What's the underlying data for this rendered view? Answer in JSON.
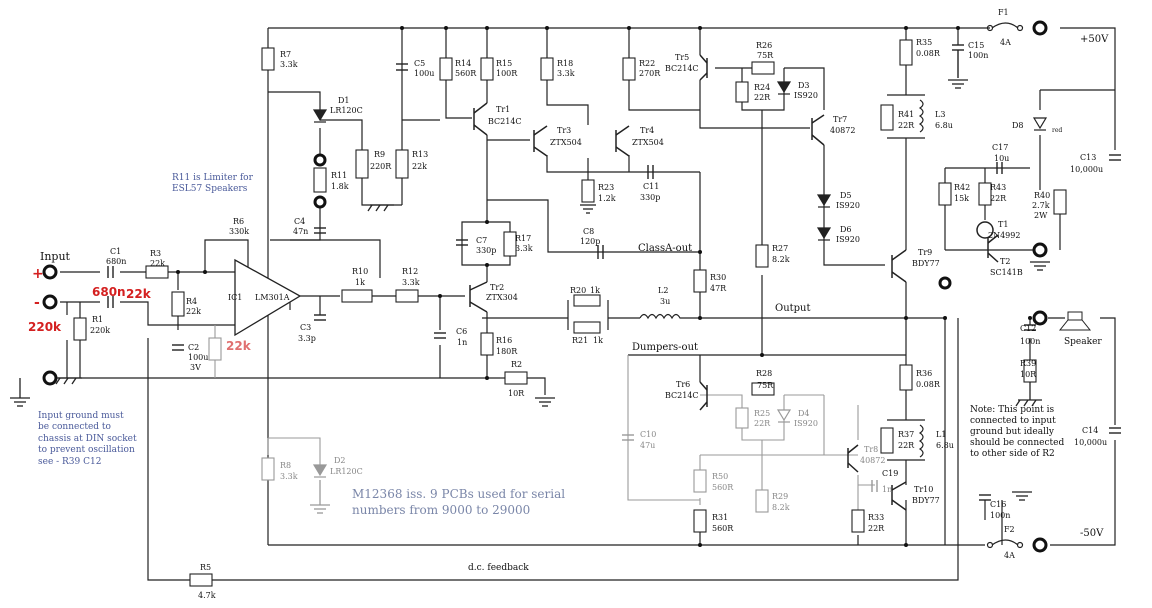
{
  "labels": {
    "input": "Input",
    "plus": "+",
    "minus": "-",
    "supply_pos": "+50V",
    "supply_neg": "-50V",
    "output": "Output",
    "speaker": "Speaker",
    "classa_out": "ClassA-out",
    "dumpers_out": "Dumpers-out",
    "dc_feedback": "d.c. feedback"
  },
  "annotations": {
    "limiter_line1": "R11 is Limiter for",
    "limiter_line2": "ESL57 Speakers",
    "ground_note": [
      "Input ground must",
      "be connected to",
      "chassis at DIN socket",
      "to prevent oscillation",
      "see - R39 C12"
    ],
    "point_note": [
      "Note: This point is",
      "connected to input",
      "ground but ideally",
      "should be connected",
      "to other side of R2"
    ],
    "serial_line1": "M12368 iss.  9 PCBs used for serial",
    "serial_line2": "numbers from 9000 to 29000",
    "red_680n": "680n",
    "red_22k_a": "22k",
    "red_220k": "220k",
    "red_22k_b": "22k"
  },
  "components": {
    "R7": [
      "R7",
      "3.3k"
    ],
    "D1": [
      "D1",
      "LR120C"
    ],
    "C5": [
      "C5",
      "100u"
    ],
    "R14": [
      "R14",
      "560R"
    ],
    "R15": [
      "R15",
      "100R"
    ],
    "R18": [
      "R18",
      "3.3k"
    ],
    "R22": [
      "R22",
      "270R"
    ],
    "Tr5": [
      "Tr5",
      "BC214C"
    ],
    "R26": [
      "R26",
      "75R"
    ],
    "R24": [
      "R24",
      "22R"
    ],
    "D3": [
      "D3",
      "IS920"
    ],
    "R35": [
      "R35",
      "0.08R"
    ],
    "C15": [
      "C15",
      "100n"
    ],
    "F1": [
      "F1",
      "4A"
    ],
    "Tr1": [
      "Tr1",
      "BC214C"
    ],
    "Tr3": [
      "Tr3",
      "ZTX504"
    ],
    "Tr4": [
      "Tr4",
      "ZTX504"
    ],
    "Tr7": [
      "Tr7",
      "40872"
    ],
    "R41": [
      "R41",
      "22R"
    ],
    "L3": [
      "L3",
      "6.8u"
    ],
    "D8": [
      "D8",
      "red"
    ],
    "R9": [
      "R9",
      "220R"
    ],
    "R13": [
      "R13",
      "22k"
    ],
    "R11": [
      "R11",
      "1.8k"
    ],
    "C17": [
      "C17",
      "10u"
    ],
    "C13": [
      "C13",
      "10,000u"
    ],
    "R23": [
      "R23",
      "1.2k"
    ],
    "C11": [
      "C11",
      "330p"
    ],
    "D5": [
      "D5",
      "IS920"
    ],
    "D6": [
      "D6",
      "IS920"
    ],
    "R42": [
      "R42",
      "15k"
    ],
    "R43": [
      "R43",
      "22R"
    ],
    "R40": [
      "R40",
      "2.7k",
      "2W"
    ],
    "T1": [
      "T1",
      "2N4992"
    ],
    "T2": [
      "T2",
      "SC141B"
    ],
    "R6": [
      "R6",
      "330k"
    ],
    "C4": [
      "C4",
      "47n"
    ],
    "C7": [
      "C7",
      "330p"
    ],
    "R17": [
      "R17",
      "3.3k"
    ],
    "C8": [
      "C8",
      "120p"
    ],
    "R27": [
      "R27",
      "8.2k"
    ],
    "Tr9": [
      "Tr9",
      "BDY77"
    ],
    "C1": [
      "C1",
      "680n"
    ],
    "R3": [
      "R3",
      "22k"
    ],
    "R4": [
      "R4",
      "22k"
    ],
    "IC1": [
      "IC1",
      "LM301A"
    ],
    "R10": [
      "R10",
      "1k"
    ],
    "R12": [
      "R12",
      "3.3k"
    ],
    "Tr2": [
      "Tr2",
      "ZTX304"
    ],
    "R20": [
      "R20",
      "1k"
    ],
    "R21": [
      "R21",
      "1k"
    ],
    "L2": [
      "L2",
      "3u"
    ],
    "R30": [
      "R30",
      "47R"
    ],
    "R1": [
      "R1",
      "220k"
    ],
    "C2": [
      "C2",
      "100u",
      "3V"
    ],
    "C3": [
      "C3",
      "3.3p"
    ],
    "C6": [
      "C6",
      "1n"
    ],
    "R16": [
      "R16",
      "180R"
    ],
    "R2": [
      "R2",
      "10R"
    ],
    "C12": [
      "C12",
      "100n"
    ],
    "R39": [
      "R39",
      "10R"
    ],
    "Tr6": [
      "Tr6",
      "BC214C"
    ],
    "R28": [
      "R28",
      "75R"
    ],
    "R25": [
      "R25",
      "22R"
    ],
    "D4": [
      "D4",
      "IS920"
    ],
    "R36": [
      "R36",
      "0.08R"
    ],
    "C10": [
      "C10",
      "47u"
    ],
    "R37": [
      "R37",
      "22R"
    ],
    "L1": [
      "L1",
      "6.8u"
    ],
    "C14": [
      "C14",
      "10,000u"
    ],
    "R8": [
      "R8",
      "3.3k"
    ],
    "D2": [
      "D2",
      "LR120C"
    ],
    "Tr8": [
      "Tr8",
      "40872"
    ],
    "C19": [
      "C19",
      "1n"
    ],
    "Tr10": [
      "Tr10",
      "BDY77"
    ],
    "R50": [
      "R50",
      "560R"
    ],
    "R29": [
      "R29",
      "8.2k"
    ],
    "R31": [
      "R31",
      "560R"
    ],
    "R33": [
      "R33",
      "22R"
    ],
    "C16": [
      "C16",
      "100n"
    ],
    "F2": [
      "F2",
      "4A"
    ],
    "R5": [
      "R5",
      "4.7k"
    ]
  },
  "colors": {
    "wire": "#222222",
    "faded": "#999999",
    "note_blue": "#4a5a9a",
    "red": "#d42020"
  }
}
